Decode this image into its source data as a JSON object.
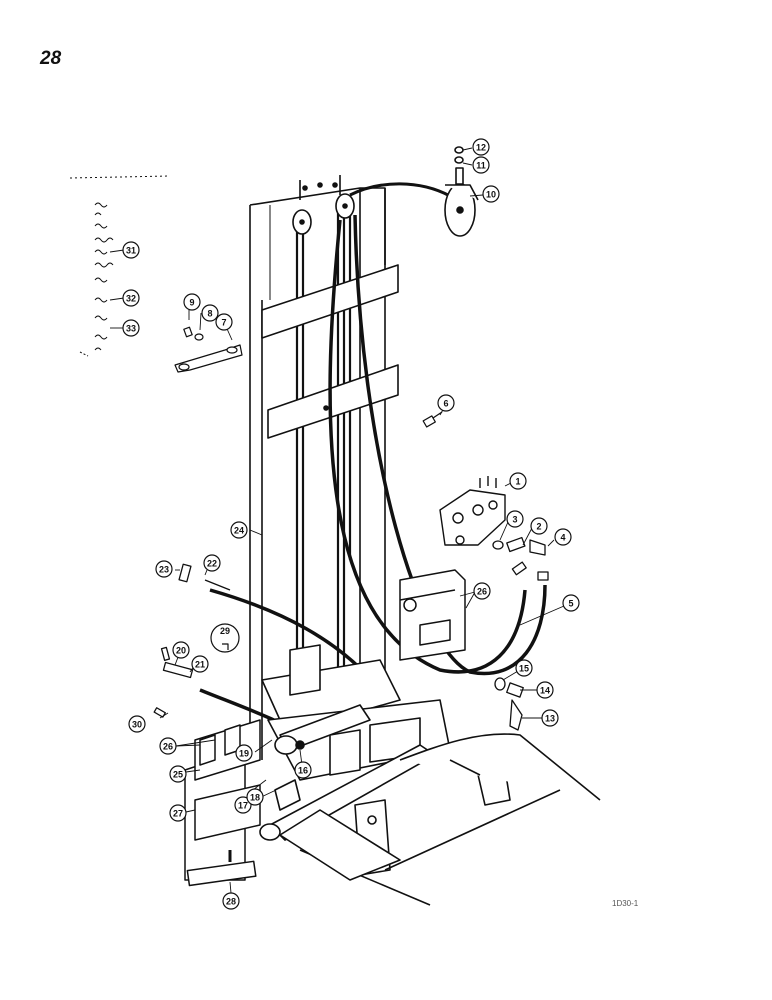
{
  "page_number": "28",
  "drawing_code": "1D30-1",
  "callouts": [
    "1",
    "2",
    "3",
    "4",
    "5",
    "6",
    "7",
    "8",
    "9",
    "10",
    "11",
    "12",
    "13",
    "14",
    "15",
    "16",
    "17",
    "18",
    "19",
    "20",
    "21",
    "22",
    "23",
    "24",
    "25",
    "26",
    "26",
    "27",
    "28",
    "29",
    "30",
    "31",
    "32",
    "33"
  ],
  "colors": {
    "ink": "#111111",
    "paper": "#ffffff"
  }
}
